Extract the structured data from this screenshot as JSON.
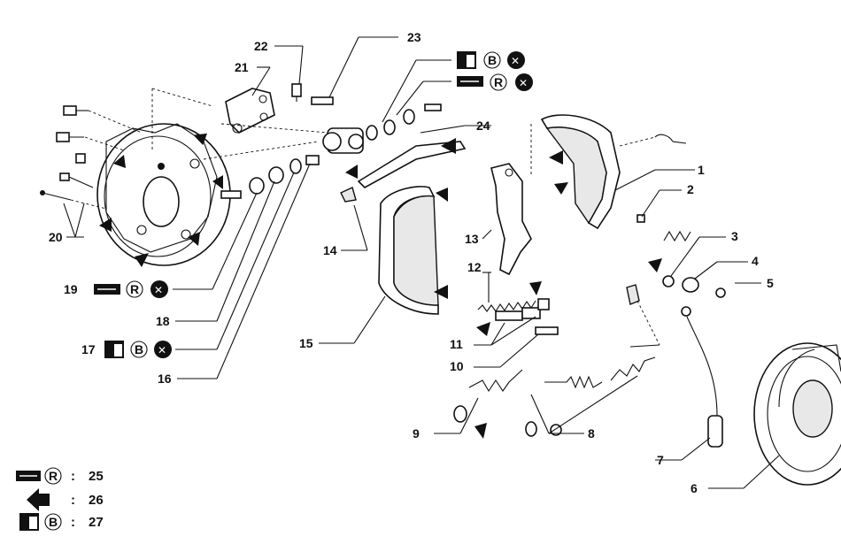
{
  "callouts": {
    "c1": "1",
    "c2": "2",
    "c3": "3",
    "c4": "4",
    "c5": "5",
    "c6": "6",
    "c7": "7",
    "c8": "8",
    "c9": "9",
    "c10": "10",
    "c11": "11",
    "c12": "12",
    "c13": "13",
    "c14": "14",
    "c15": "15",
    "c16": "16",
    "c17": "17",
    "c18": "18",
    "c19": "19",
    "c20": "20",
    "c21": "21",
    "c22": "22",
    "c23": "23",
    "c24": "24"
  },
  "symbols": {
    "bolt_letter_R": "R",
    "bolt_letter_B": "B",
    "x_mark": "✕"
  },
  "legend": {
    "separator": ":",
    "items": [
      {
        "symbol": "grease-R",
        "letter": "R",
        "value": "25"
      },
      {
        "symbol": "arrow",
        "letter": "",
        "value": "26"
      },
      {
        "symbol": "fluid-B",
        "letter": "B",
        "value": "27"
      }
    ]
  }
}
